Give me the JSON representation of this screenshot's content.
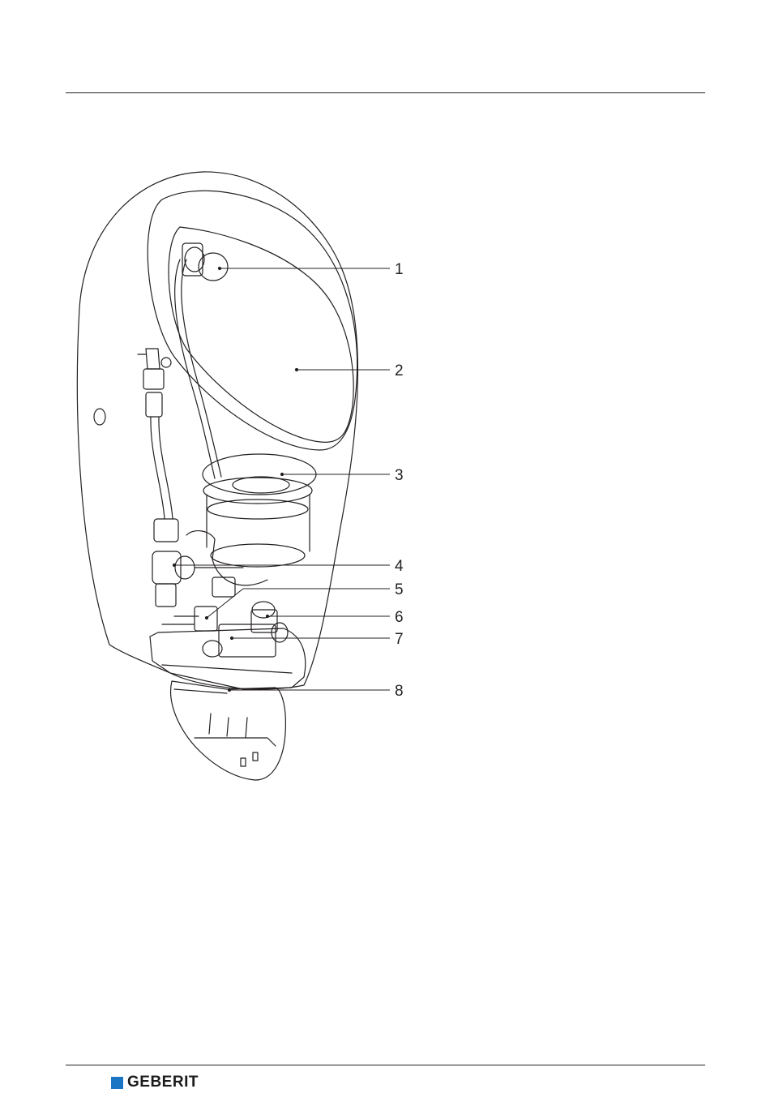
{
  "figure": {
    "callouts": [
      {
        "number": "1"
      },
      {
        "number": "2"
      },
      {
        "number": "3"
      },
      {
        "number": "4"
      },
      {
        "number": "5"
      },
      {
        "number": "6"
      },
      {
        "number": "7"
      },
      {
        "number": "8"
      }
    ]
  },
  "footer": {
    "brand": "GEBERIT",
    "brand_color": "#1a75c4"
  },
  "icons": [
    "urinal-cutaway-illustration",
    "geberit-logo"
  ]
}
